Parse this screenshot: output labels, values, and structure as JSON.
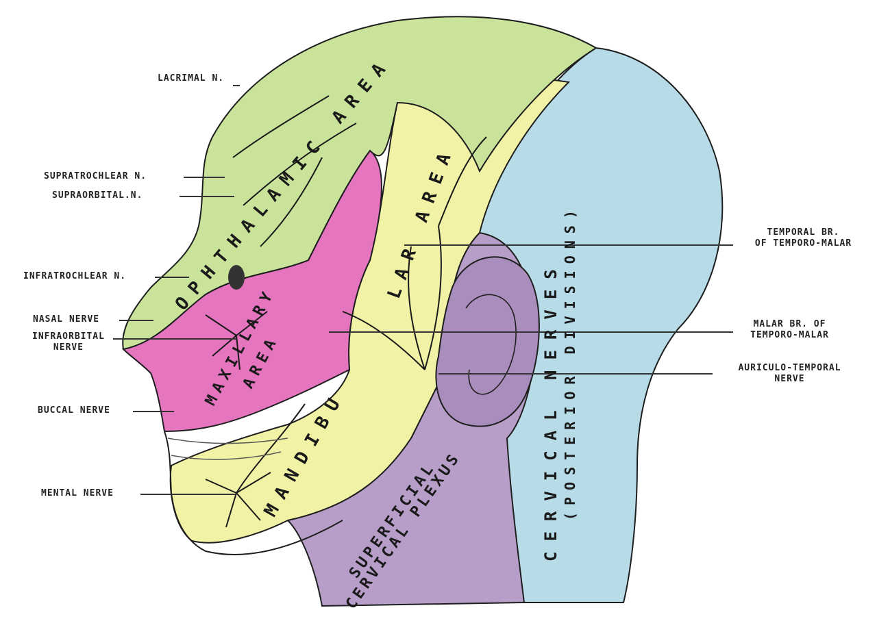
{
  "figure": {
    "labels": {
      "lacrimal": "LACRIMAL N.",
      "supratrochlear": "SUPRATROCHLEAR N.",
      "supraorbital": "SUPRAORBITAL.N.",
      "infratrochlear": "INFRATROCHLEAR N.",
      "nasal": "NASAL NERVE",
      "infraorbital": [
        "INFRAORBITAL",
        "NERVE"
      ],
      "buccal": "BUCCAL NERVE",
      "mental": "MENTAL NERVE",
      "temporal_br": [
        "TEMPORAL BR.",
        "OF TEMPORO-MALAR"
      ],
      "malar_br": [
        "MALAR BR. OF",
        "TEMPORO-MALAR"
      ],
      "auriculo": [
        "AURICULO-TEMPORAL",
        "NERVE"
      ]
    },
    "areas": {
      "ophthalmic": "OPHTHALAMIC AREA",
      "maxillary": [
        "MAXILLARY",
        "AREA"
      ],
      "mandibular_upper": "LAR AREA",
      "mandibular_lower": "MANDIBU",
      "superficial": [
        "SUPERFICIAL",
        "CERVICAL PLEXUS"
      ],
      "cervical": [
        "CERVICAL NERVES",
        "(POSTERIOR DIVISIONS)"
      ]
    },
    "colors": {
      "ophthalmic": "#c9e39a",
      "maxillary": "#e675c0",
      "mandibular": "#f2f2a6",
      "superficial_cervical": "#b79ec8",
      "cervical_posterior": "#b8dbe8",
      "outline": "#1e1e1e"
    }
  }
}
